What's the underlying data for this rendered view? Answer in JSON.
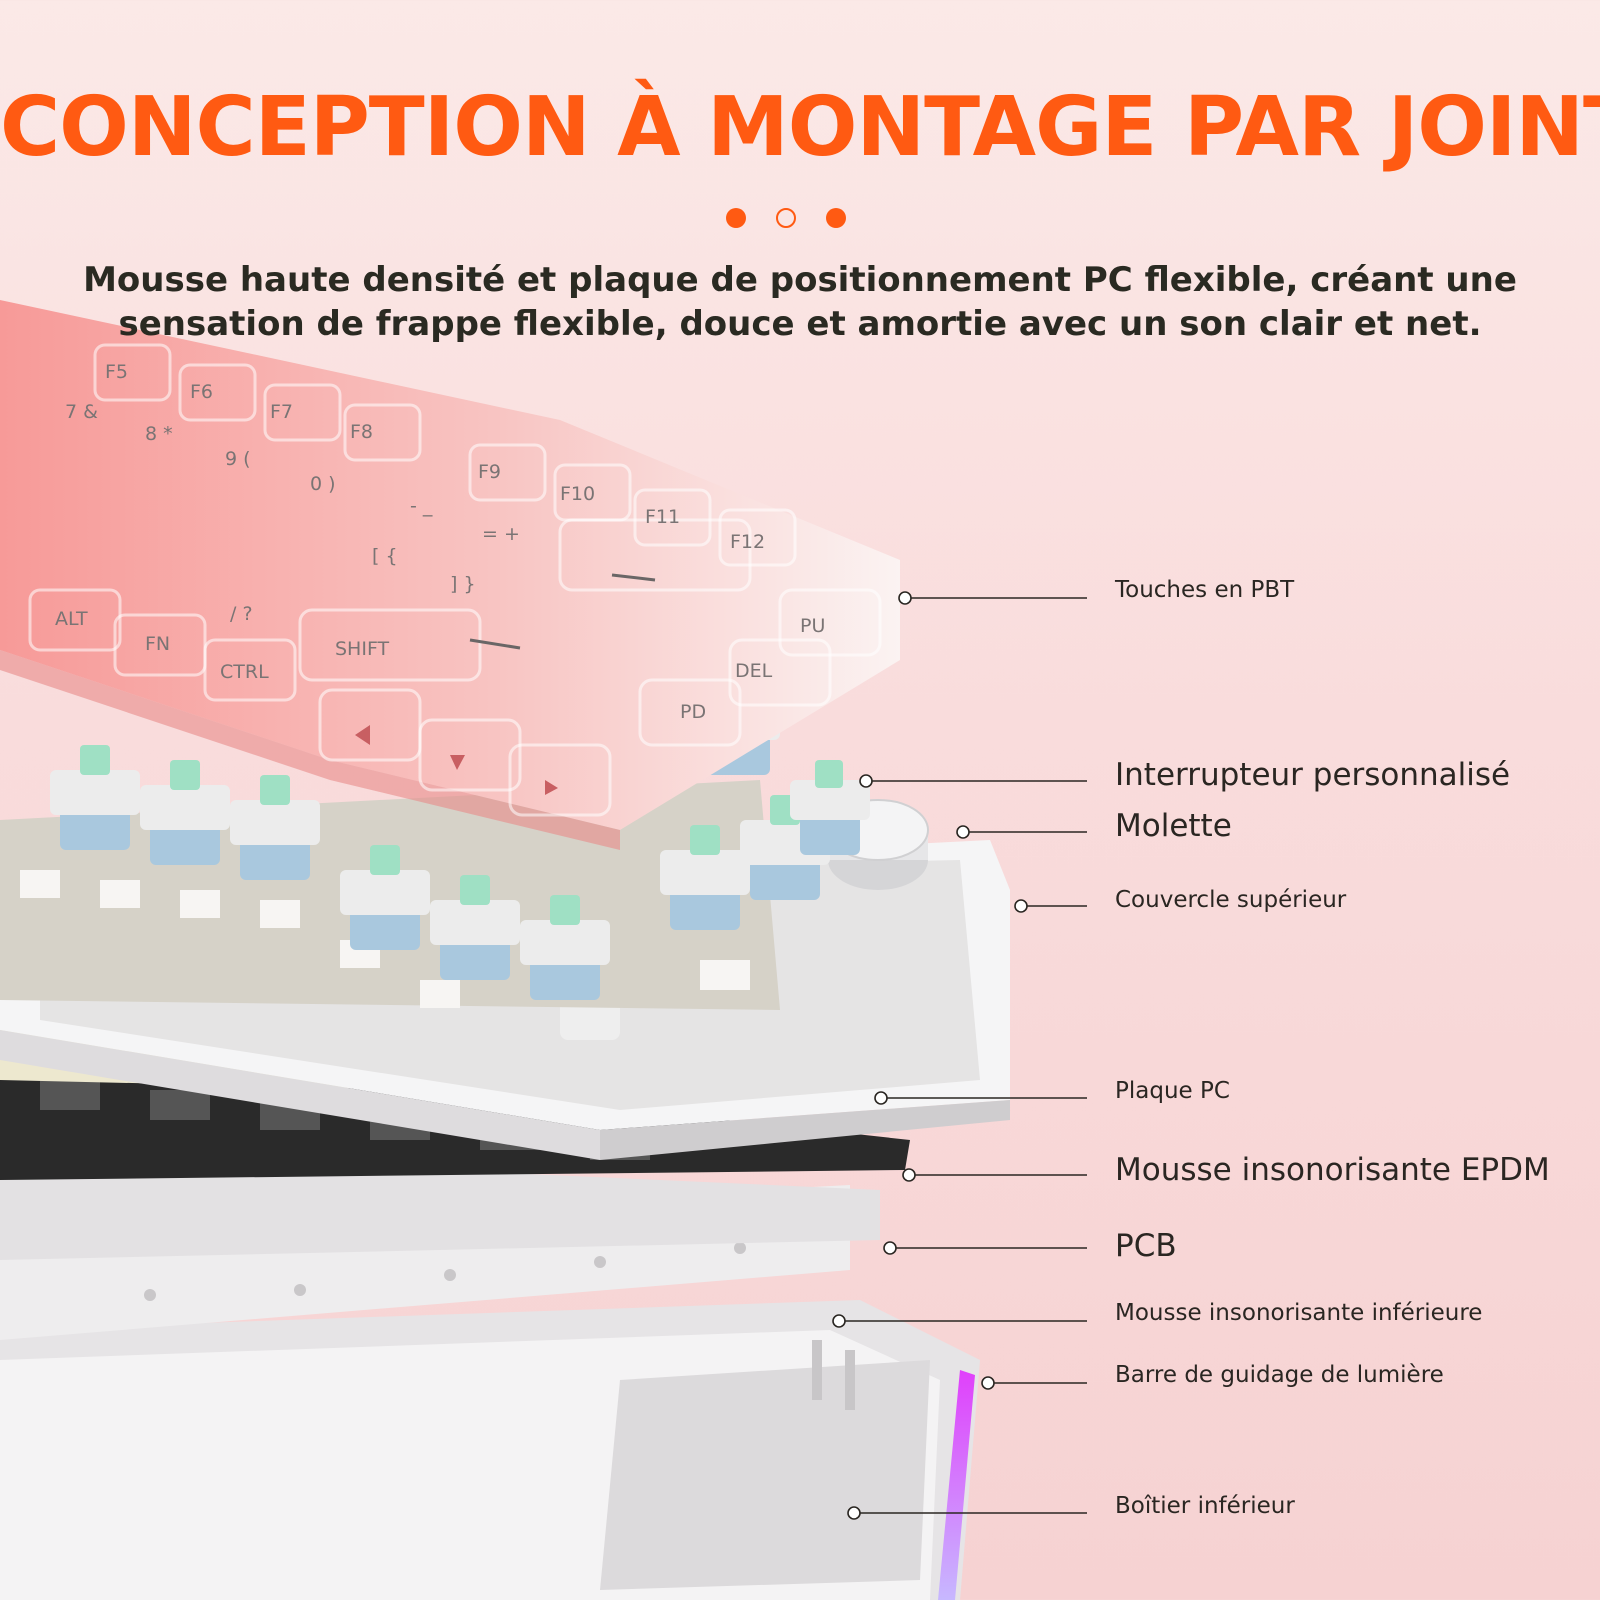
{
  "header": {
    "title": "CONCEPTION À MONTAGE PAR JOINT",
    "subtitle_line1": "Mousse haute densité et plaque de positionnement PC flexible, créant une",
    "subtitle_line2": "sensation de frappe flexible, douce et amortie avec un son clair et net."
  },
  "colors": {
    "accent": "#ff5a12",
    "keycap_pink": "#f79a98",
    "keycap_white": "#f8f4f3",
    "switch_stem": "#9fe0c4",
    "switch_base": "#a9c8de",
    "light_bar": "#e040fb"
  },
  "pager": {
    "dots": [
      "filled",
      "outline",
      "filled"
    ]
  },
  "keycaps": [
    "F5",
    "F6",
    "F7",
    "F8",
    "F9",
    "F10",
    "F11",
    "F12",
    "7 &",
    "8 *",
    "9 (",
    "0 )",
    "- _",
    "= +",
    "[ {",
    "] }",
    "/ ?",
    "ALT",
    "FN",
    "CTRL",
    "SHIFT",
    "PU",
    "DEL",
    "PD"
  ],
  "components": [
    {
      "label": "Touches en PBT",
      "size": "sm"
    },
    {
      "label": "Interrupteur personnalisé",
      "size": "lg"
    },
    {
      "label": "Molette",
      "size": "lg"
    },
    {
      "label": "Couvercle supérieur",
      "size": "sm"
    },
    {
      "label": "Plaque PC",
      "size": "sm"
    },
    {
      "label": "Mousse insonorisante EPDM",
      "size": "lg"
    },
    {
      "label": "PCB",
      "size": "lg"
    },
    {
      "label": "Mousse insonorisante inférieure",
      "size": "sm"
    },
    {
      "label": "Barre de guidage de lumière",
      "size": "sm"
    },
    {
      "label": "Boîtier inférieur",
      "size": "sm"
    }
  ]
}
